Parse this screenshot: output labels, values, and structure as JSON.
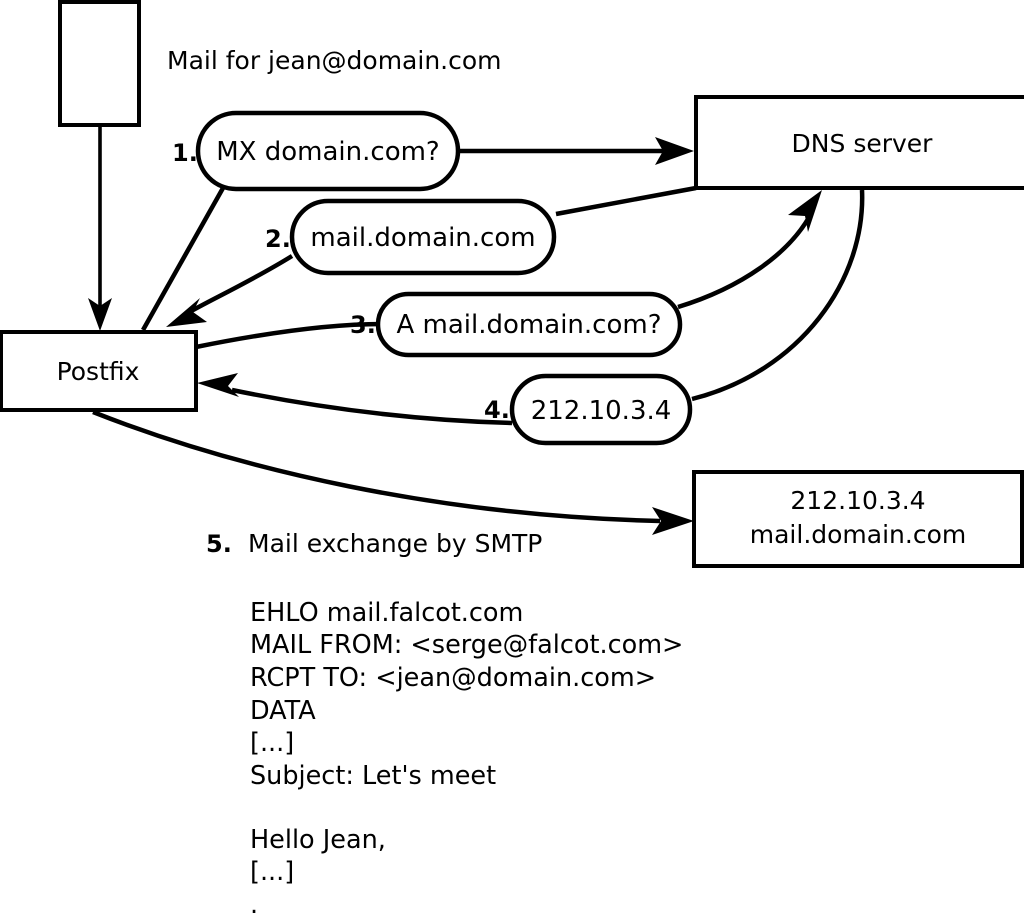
{
  "diagram": {
    "title_caption": "Mail for jean@domain.com",
    "nodes": {
      "client": {
        "label": ""
      },
      "postfix": {
        "label": "Postfix"
      },
      "dns": {
        "label": "DNS server"
      },
      "mailserver": {
        "line1": "212.10.3.4",
        "line2": "mail.domain.com"
      }
    },
    "steps": [
      {
        "number": "1.",
        "label": "MX domain.com?"
      },
      {
        "number": "2.",
        "label": "mail.domain.com"
      },
      {
        "number": "3.",
        "label": "A mail.domain.com?"
      },
      {
        "number": "4.",
        "label": "212.10.3.4"
      },
      {
        "number": "5.",
        "label": "Mail exchange by SMTP"
      }
    ],
    "smtp_transcript": [
      "EHLO mail.falcot.com",
      "MAIL FROM: <serge@falcot.com>",
      "RCPT TO: <jean@domain.com>",
      "DATA",
      "[...]",
      "Subject: Let's meet",
      "",
      "Hello Jean,",
      "[...]",
      "."
    ],
    "colors": {
      "stroke": "#000000",
      "fill": "#ffffff",
      "text": "#000000"
    }
  }
}
